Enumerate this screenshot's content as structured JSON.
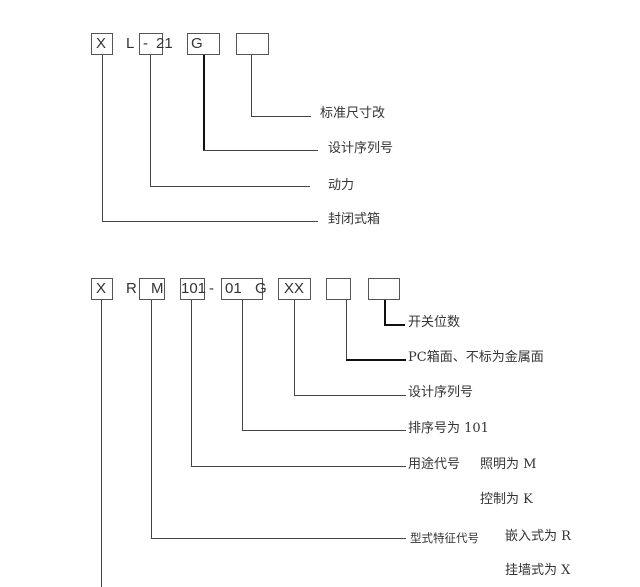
{
  "diagram1": {
    "code_parts": [
      "X",
      "L",
      "-",
      "21",
      "G",
      ""
    ],
    "labels": {
      "std_size": "标准尺寸改",
      "design_seq": "设计序列号",
      "power": "动力",
      "closed_box": "封闭式箱"
    }
  },
  "diagram2": {
    "code_parts": [
      "X",
      "R",
      "M",
      "101",
      "-",
      "01",
      "G",
      "XX",
      "",
      ""
    ],
    "labels": {
      "switch_count": "开关位数",
      "pc_face": "PC箱面、不标为金属面",
      "design_seq": "设计序列号",
      "sort_no": "排序号为  101",
      "usage_code": "用途代号",
      "usage_light": "照明为  M",
      "usage_control": "控制为  K",
      "type_code": "型式特征代号",
      "type_embedded": "嵌入式为   R",
      "type_wall": "挂墙式为  X"
    }
  }
}
